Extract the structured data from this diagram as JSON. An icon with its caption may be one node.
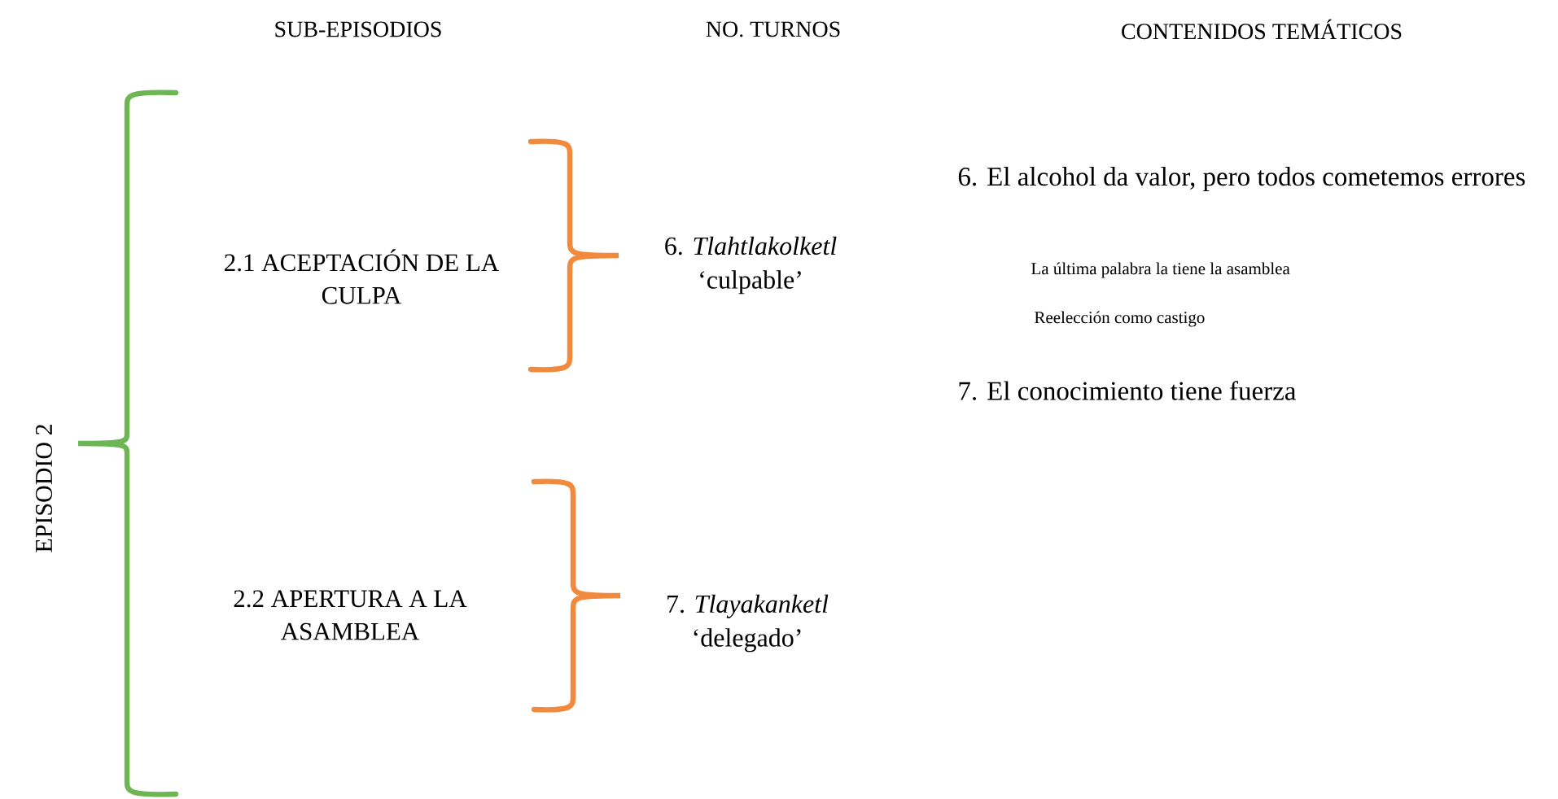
{
  "diagram": {
    "labels": [
      "SUB-EPISODIOS",
      "NO. TURNOS",
      "CONTENIDOS TEMÁTICOS",
      "6. El alcohol da valor, pero todos cometemos errores",
      "2.1 ACEPTACIÓN DE LA CULPA",
      "6. *Tlahtlakolketl* ‘culpable’",
      "La última palabra la tiene la asamblea",
      "Reelección como castigo",
      "7.  El conocimiento tiene fuerza",
      "EPISODIO 2",
      "2.2 APERTURA A LA ASAMBLEA",
      "7. *Tlayakanketl* ‘delegado’"
    ]
  }
}
